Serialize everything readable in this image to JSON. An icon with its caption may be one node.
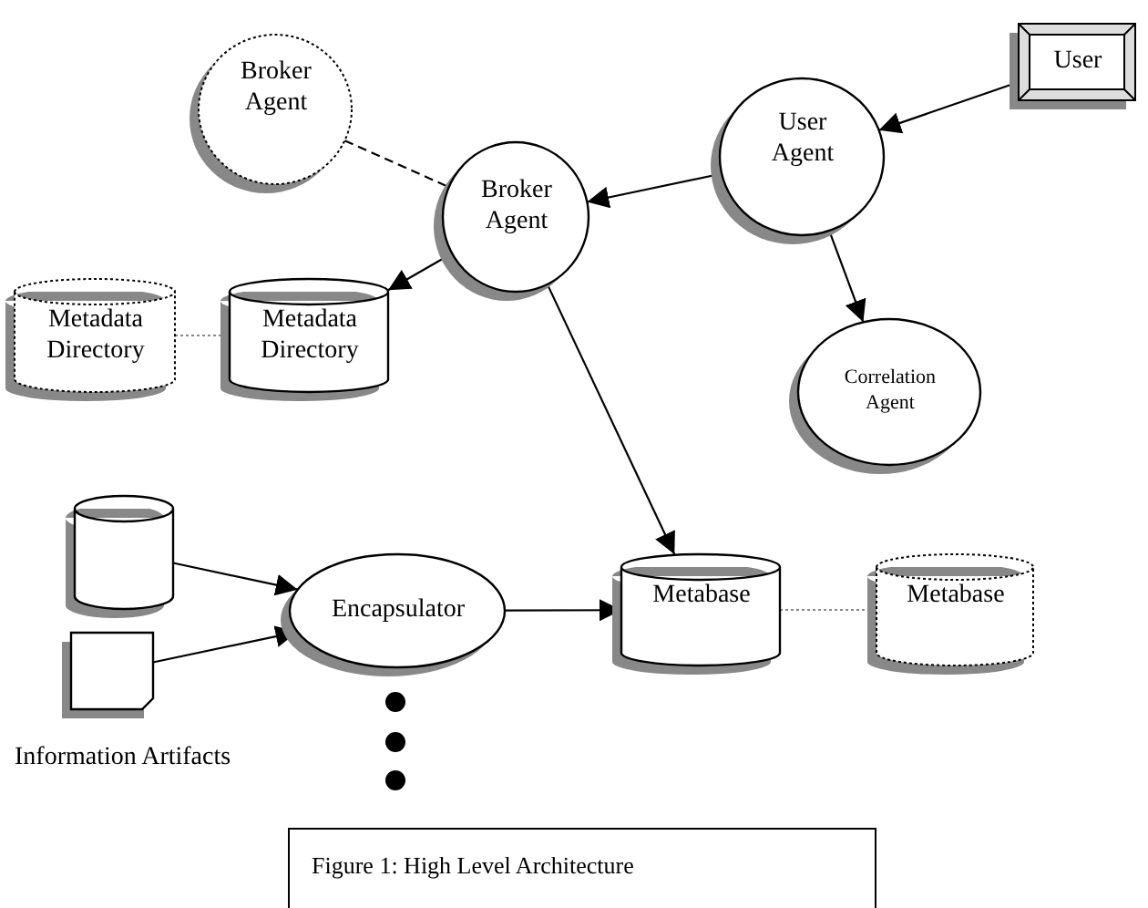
{
  "diagram": {
    "caption": "Figure 1: High Level Architecture",
    "nodes": [
      {
        "text": [
          "Broker Agent"
        ]
      },
      {
        "text": [
          "Broker Agent"
        ]
      },
      {
        "text": [
          "User Agent"
        ]
      },
      {
        "text": [
          "User"
        ]
      },
      {
        "text": [
          "Correlation Agent"
        ]
      },
      {
        "text": [
          "Metadata Directory"
        ]
      },
      {
        "text": [
          "Metadata Directory"
        ]
      },
      {
        "text": [],
        "shape": "cylinder"
      },
      {
        "text": [],
        "shape": "box"
      },
      {
        "text": [
          "Encapsulator"
        ]
      },
      {
        "text": [
          "Metabase"
        ]
      },
      {
        "text": [
          "Metabase"
        ]
      }
    ],
    "edges": [
      {
        "from": 3,
        "to": 2,
        "arrow": "to"
      },
      {
        "from": 2,
        "to": 1,
        "arrow": "to"
      },
      {
        "from": 2,
        "to": 4,
        "arrow": "to"
      },
      {
        "from": 0,
        "to": 1,
        "arrow": "none",
        "style": "dashed"
      },
      {
        "from": 1,
        "to": 6,
        "arrow": "to"
      },
      {
        "from": 5,
        "to": 6,
        "arrow": "none",
        "style": "dashed",
        "color": "#888888"
      },
      {
        "from": 1,
        "to": 10,
        "arrow": "to"
      },
      {
        "from": 7,
        "to": 9,
        "arrow": "to"
      },
      {
        "from": 8,
        "to": 9,
        "arrow": "to"
      },
      {
        "from": 9,
        "to": 10,
        "arrow": "to"
      },
      {
        "from": 10,
        "to": 11,
        "arrow": "none",
        "style": "dashed",
        "color": "#888888"
      }
    ],
    "labels": [
      "Information Artifacts"
    ]
  }
}
